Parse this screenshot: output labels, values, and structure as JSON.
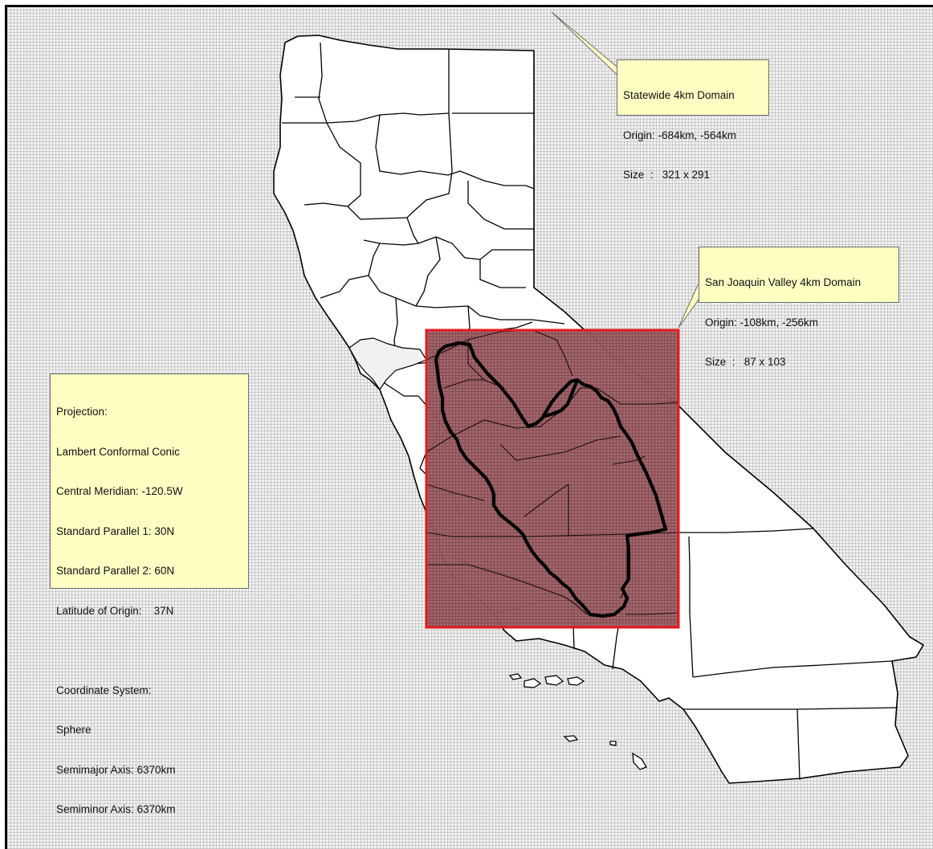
{
  "statewide_callout": {
    "title": "Statewide 4km Domain",
    "origin": "Origin: -684km, -564km",
    "size": "Size  :   321 x 291"
  },
  "sjv_callout": {
    "title": "San Joaquin Valley 4km Domain",
    "origin": "Origin: -108km, -256km",
    "size": "Size  :   87 x 103"
  },
  "projection_box": {
    "lines": [
      "Projection:",
      "Lambert Conformal Conic",
      "Central Meridian: -120.5W",
      "Standard Parallel 1: 30N",
      "Standard Parallel 2: 60N",
      "Latitude of Origin:    37N",
      "",
      "Coordinate System:",
      "Sphere",
      "Semimajor Axis: 6370km",
      "Semiminor Axis: 6370km"
    ]
  },
  "colors": {
    "domain_outline": "#e8191e",
    "domain_fill": "#9b5a5f",
    "statewide_grid": "#a0a0a0",
    "callout_fill": "#ffffc4",
    "county_lines": "#000000"
  },
  "icons": {
    "islands": "channel-islands-shape"
  }
}
